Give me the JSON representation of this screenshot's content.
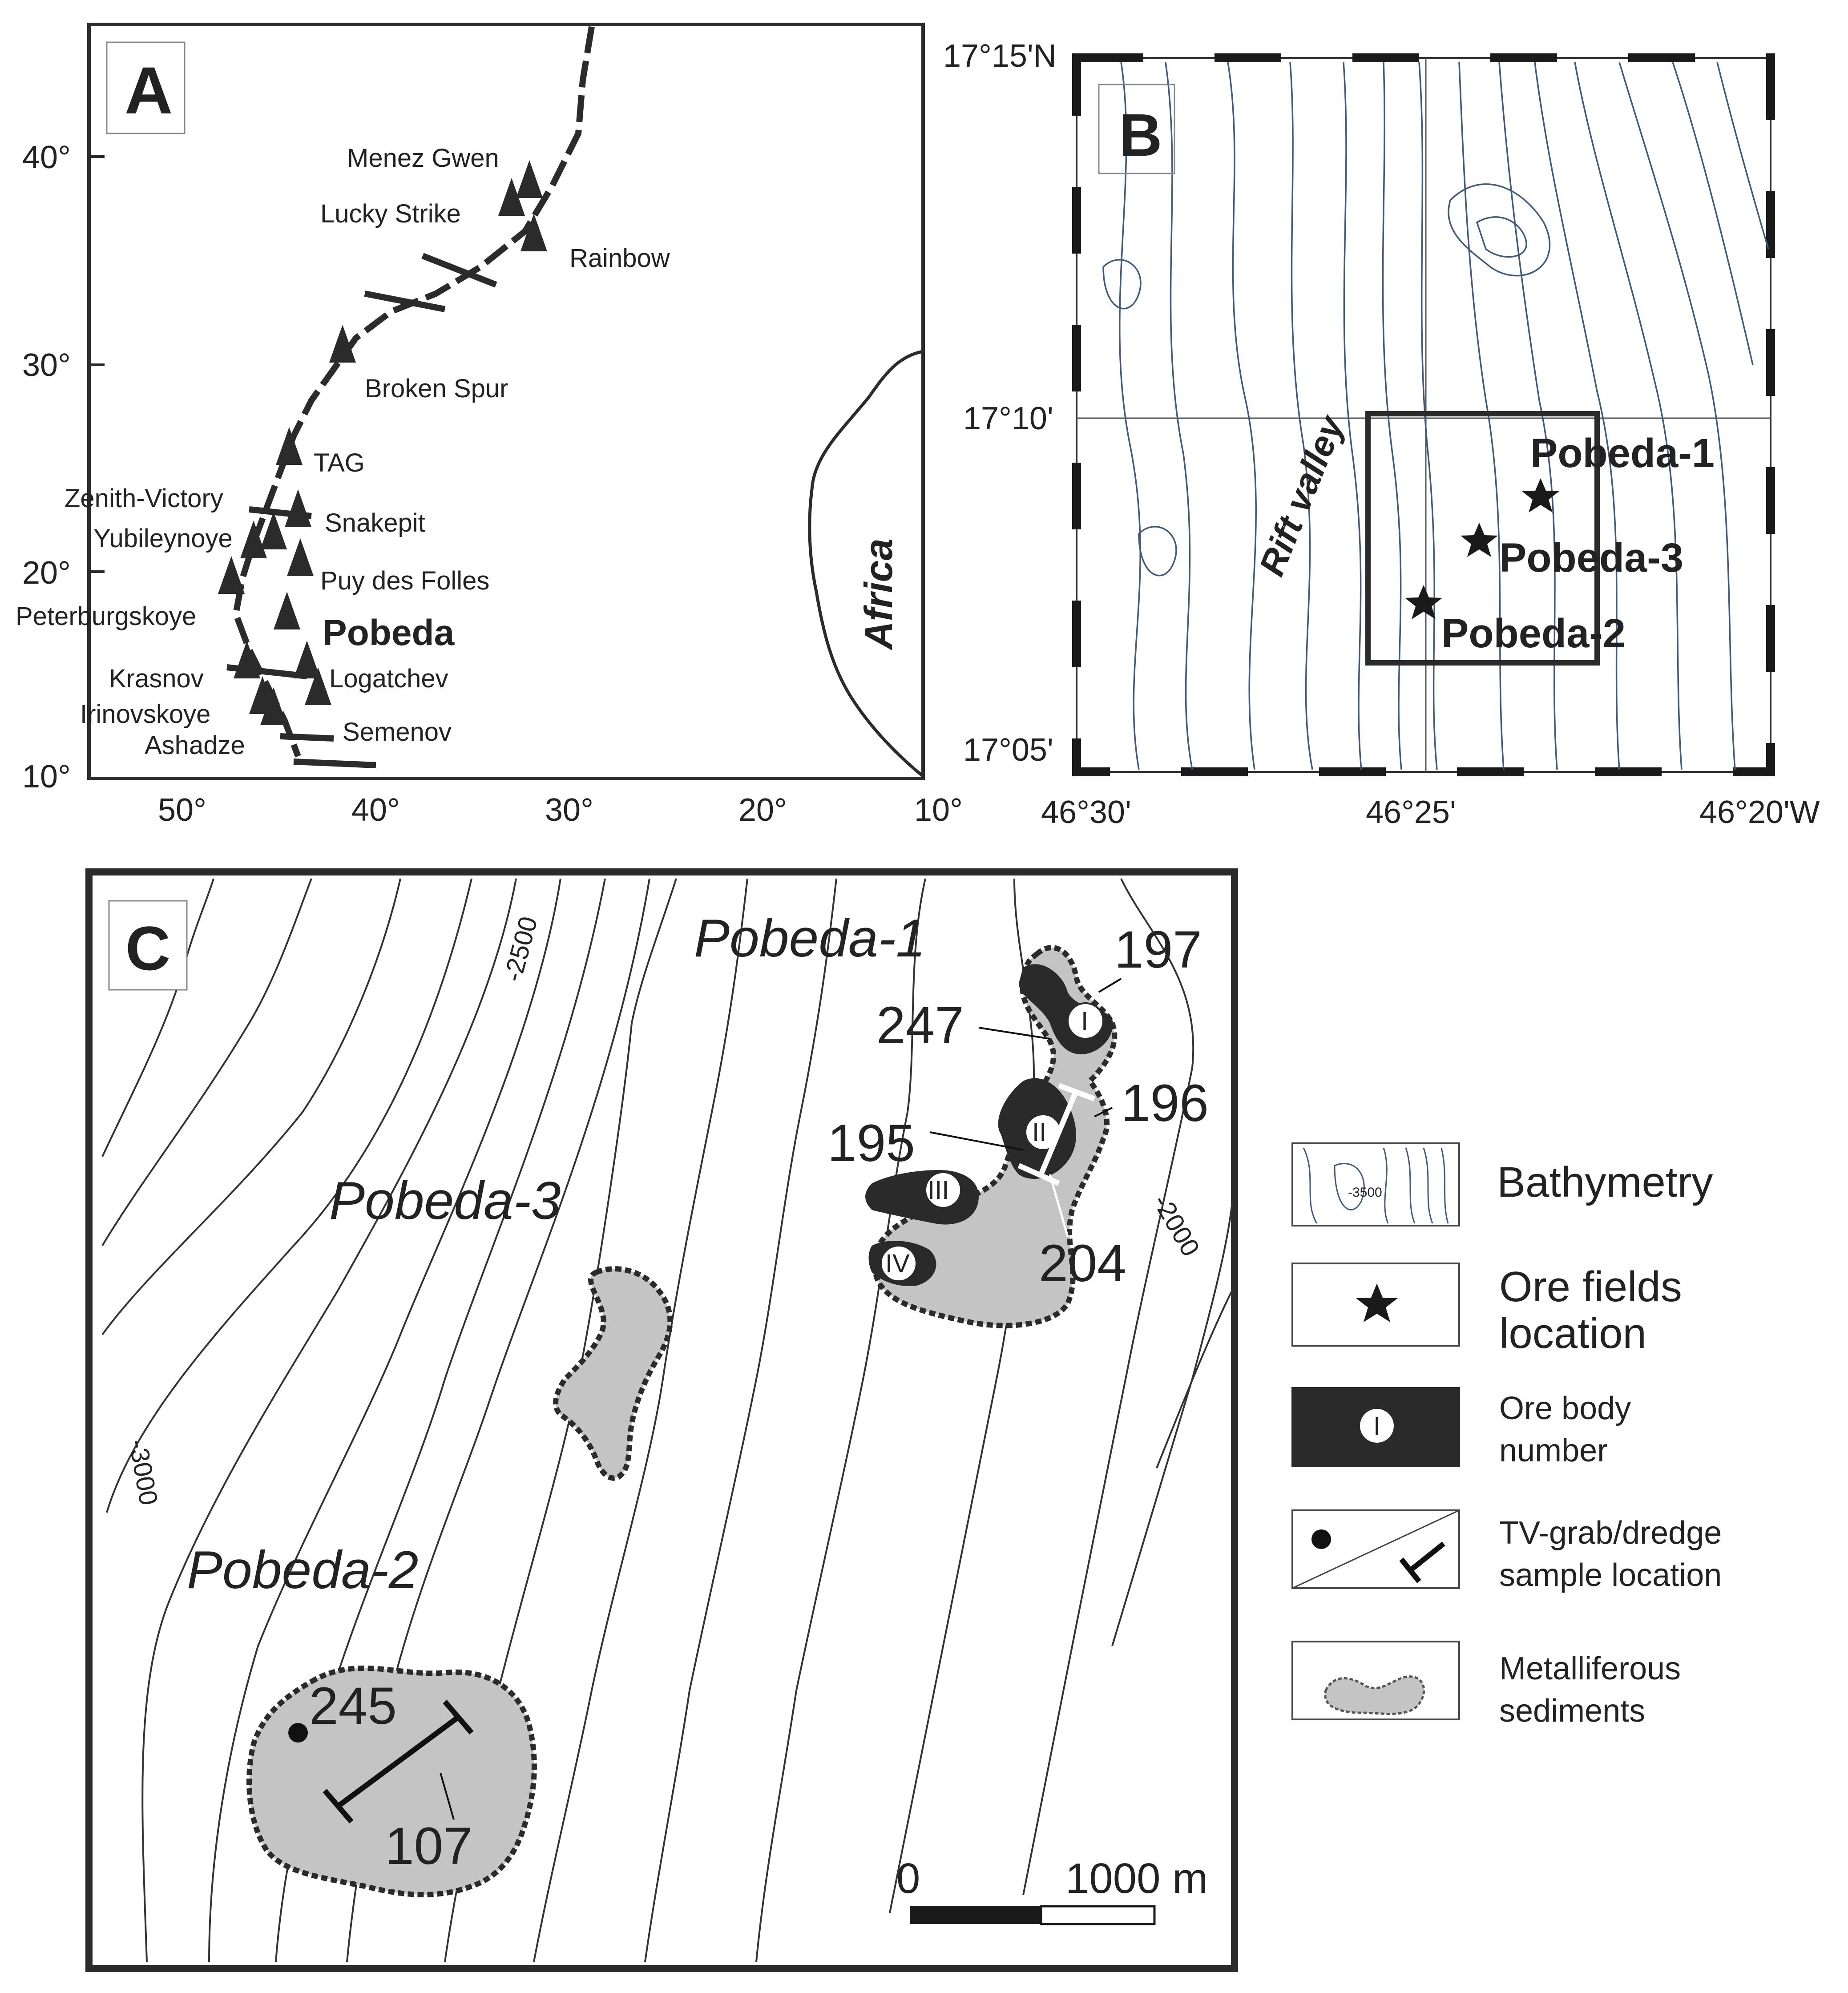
{
  "panel_a": {
    "letter": "A",
    "y_ticks": [
      "40°",
      "30°",
      "20°",
      "10°"
    ],
    "x_ticks": [
      "50°",
      "40°",
      "30°",
      "20°",
      "10°"
    ],
    "continent": "Africa",
    "vent_fields": [
      {
        "name": "Menez Gwen"
      },
      {
        "name": "Lucky Strike"
      },
      {
        "name": "Rainbow"
      },
      {
        "name": "Broken Spur"
      },
      {
        "name": "TAG"
      },
      {
        "name": "Zenith-Victory"
      },
      {
        "name": "Snakepit"
      },
      {
        "name": "Yubileynoye"
      },
      {
        "name": "Puy des Folles"
      },
      {
        "name": "Peterburgskoye"
      },
      {
        "name": "Pobeda"
      },
      {
        "name": "Krasnov"
      },
      {
        "name": "Logatchev"
      },
      {
        "name": "Irinovskoye"
      },
      {
        "name": "Ashadze"
      },
      {
        "name": "Semenov"
      }
    ]
  },
  "panel_b": {
    "letter": "B",
    "lat_labels": [
      "17°15'N",
      "17°10'",
      "17°05'"
    ],
    "lon_labels": [
      "46°30'",
      "46°25'",
      "46°20'W"
    ],
    "rift_label": "Rift valley",
    "fields": [
      "Pobeda-1",
      "Pobeda-3",
      "Pobeda-2"
    ]
  },
  "panel_c": {
    "letter": "C",
    "field_labels": [
      "Pobeda-1",
      "Pobeda-3",
      "Pobeda-2"
    ],
    "contours": [
      "-2500",
      "-2000",
      "-3000"
    ],
    "sample_numbers": [
      "197",
      "247",
      "196",
      "195",
      "204",
      "245",
      "107"
    ],
    "ore_bodies": [
      "I",
      "II",
      "III",
      "IV"
    ],
    "scale": {
      "start": "0",
      "end": "1000 m"
    }
  },
  "legend": {
    "bathymetry": "Bathymetry",
    "bathymetry_sample_contour": "-3500",
    "ore_fields": [
      "Ore fields",
      "location"
    ],
    "ore_body": [
      "Ore body",
      "number"
    ],
    "ore_body_symbol": "I",
    "sample": [
      "TV-grab/dredge",
      "sample location"
    ],
    "sediments": [
      "Metalliferous",
      "sediments"
    ]
  },
  "colors": {
    "frame": "#2b2b2b",
    "bathy_lines": "#3f5a7a",
    "contour_lines": "#333333",
    "ore_body": "#2a2a2a",
    "sediment_fill": "#c4c4c4"
  }
}
